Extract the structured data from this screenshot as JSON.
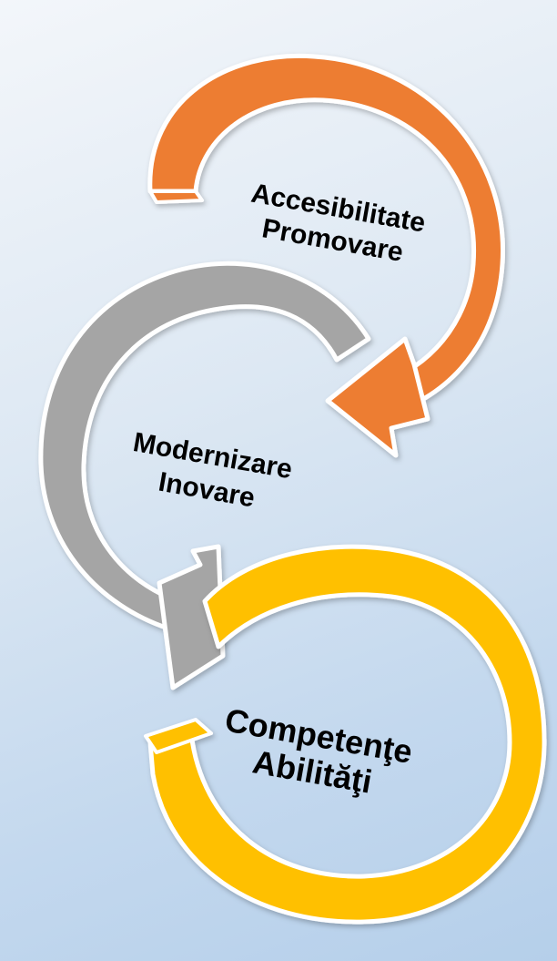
{
  "diagram": {
    "cycles": [
      {
        "id": "orange",
        "color": "#ED7D31",
        "lines": [
          "Accesibilitate",
          "Promovare"
        ]
      },
      {
        "id": "gray",
        "color": "#A5A5A5",
        "lines": [
          "Modernizare",
          "Inovare"
        ]
      },
      {
        "id": "gold",
        "color": "#FFC000",
        "lines": [
          "Competenţe",
          "Abilităţi"
        ]
      }
    ]
  }
}
